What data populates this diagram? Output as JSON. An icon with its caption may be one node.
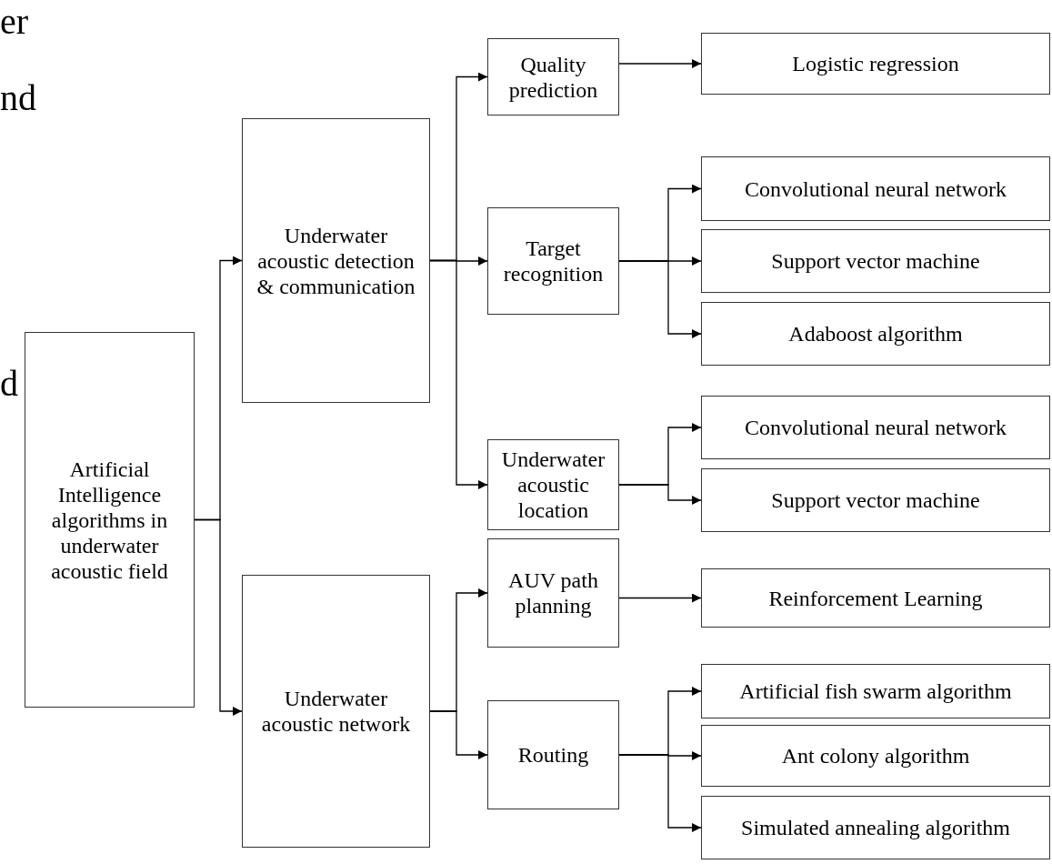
{
  "diagram": {
    "nodes": [
      {
        "text": [
          "Artificial Intelligence algorithms in underwater acoustic field"
        ]
      },
      {
        "text": [
          "Underwater acoustic detection & communication"
        ]
      },
      {
        "text": [
          "Underwater acoustic network"
        ]
      },
      {
        "text": [
          "Quality prediction"
        ]
      },
      {
        "text": [
          "Logistic regression"
        ]
      },
      {
        "text": [
          "Target recognition"
        ]
      },
      {
        "text": [
          "Convolutional neural network"
        ]
      },
      {
        "text": [
          "Support vector machine"
        ]
      },
      {
        "text": [
          "Adaboost algorithm"
        ]
      },
      {
        "text": [
          "Underwater acoustic location"
        ]
      },
      {
        "text": [
          "Convolutional neural network"
        ]
      },
      {
        "text": [
          "Support vector machine"
        ]
      },
      {
        "text": [
          "AUV path planning"
        ]
      },
      {
        "text": [
          "Reinforcement Learning"
        ]
      },
      {
        "text": [
          "Routing"
        ]
      },
      {
        "text": [
          "Artificial fish swarm algorithm"
        ]
      },
      {
        "text": [
          "Ant colony algorithm"
        ]
      },
      {
        "text": [
          "Simulated annealing algorithm"
        ]
      }
    ],
    "edges": [
      {
        "from": 0,
        "to": 1,
        "arrow": "to"
      },
      {
        "from": 0,
        "to": 2,
        "arrow": "to"
      },
      {
        "from": 1,
        "to": 3,
        "arrow": "to"
      },
      {
        "from": 1,
        "to": 5,
        "arrow": "to"
      },
      {
        "from": 1,
        "to": 9,
        "arrow": "to"
      },
      {
        "from": 3,
        "to": 4,
        "arrow": "to"
      },
      {
        "from": 5,
        "to": 6,
        "arrow": "to"
      },
      {
        "from": 5,
        "to": 7,
        "arrow": "to"
      },
      {
        "from": 5,
        "to": 8,
        "arrow": "to"
      },
      {
        "from": 9,
        "to": 10,
        "arrow": "to"
      },
      {
        "from": 9,
        "to": 11,
        "arrow": "to"
      },
      {
        "from": 2,
        "to": 12,
        "arrow": "to"
      },
      {
        "from": 2,
        "to": 14,
        "arrow": "to"
      },
      {
        "from": 12,
        "to": 13,
        "arrow": "to"
      },
      {
        "from": 14,
        "to": 15,
        "arrow": "to"
      },
      {
        "from": 14,
        "to": 16,
        "arrow": "to"
      },
      {
        "from": 14,
        "to": 17,
        "arrow": "to"
      }
    ],
    "labels": [
      "er",
      "nd",
      "d"
    ]
  }
}
